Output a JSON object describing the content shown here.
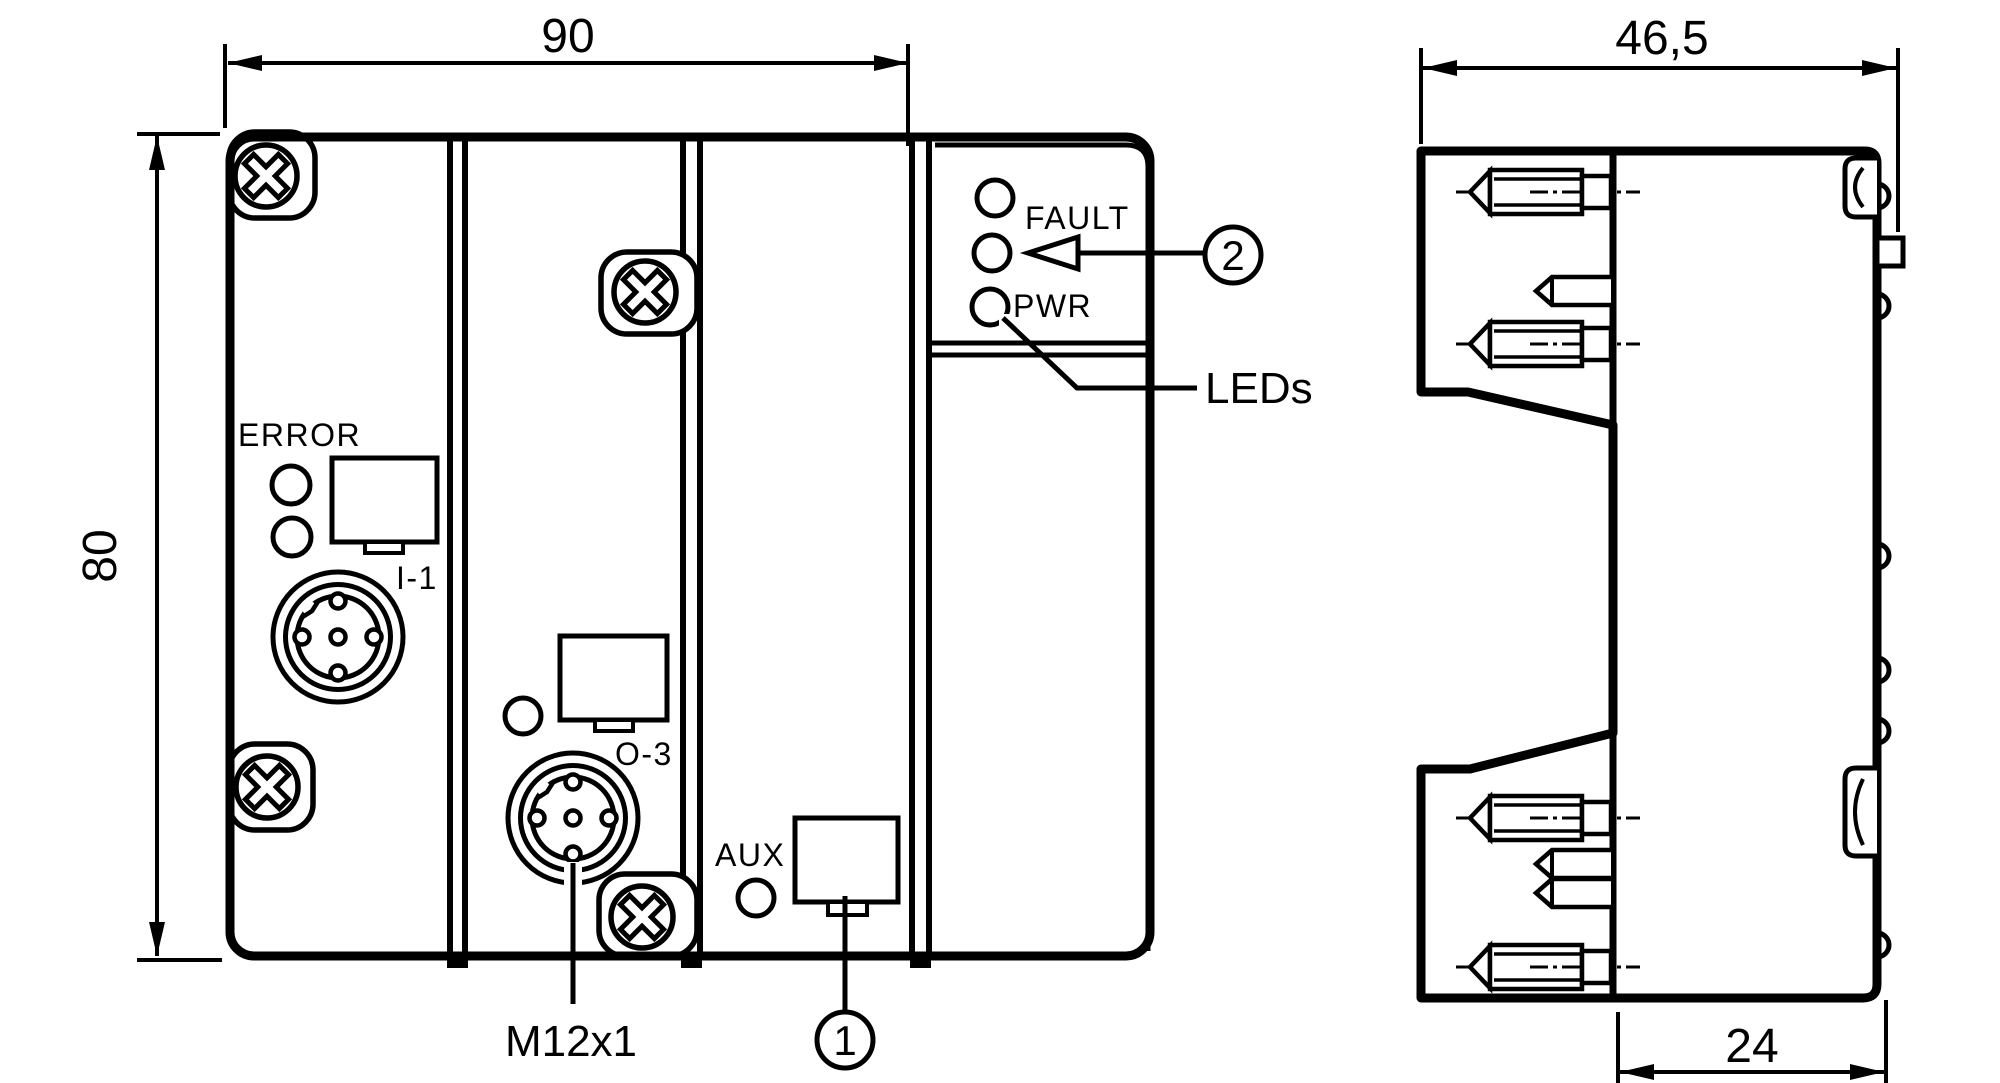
{
  "colors": {
    "line": "#000000",
    "background": "#ffffff"
  },
  "front_view": {
    "width_dim": "90",
    "height_dim": "80",
    "error_label": "ERROR",
    "port_i1": "I-1",
    "port_o3": "O-3",
    "aux_label": "AUX",
    "fault_label": "FAULT",
    "pwr_label": "PWR"
  },
  "side_view": {
    "depth_dim": "46,5",
    "offset_dim": "24"
  },
  "callouts": {
    "leds": "LEDs",
    "thread": "M12x1",
    "num1": "1",
    "num2": "2"
  }
}
